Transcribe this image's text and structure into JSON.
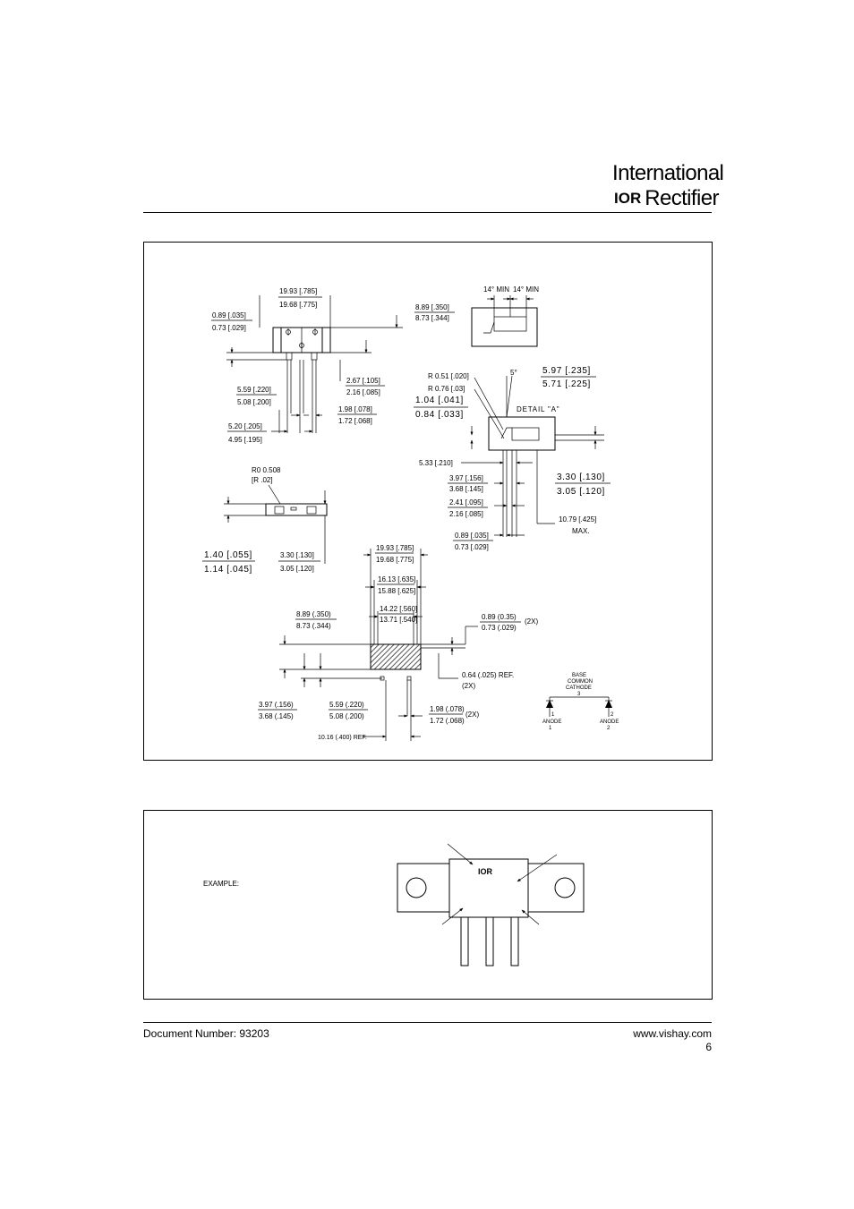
{
  "header": {
    "brand_line1": "International",
    "brand_mark": "IOR",
    "brand_line2": "Rectifier"
  },
  "drawing": {
    "top_view": {
      "w_max": "19.93 [.785]",
      "w_min": "19.68 [.775]",
      "h_max": "8.89 [.350]",
      "h_min": "8.73 [.344]",
      "lead_t_max": "0.89 [.035]",
      "lead_t_min": "0.73 [.029]",
      "lead_len_max": "5.59 [.220]",
      "lead_len_min": "5.08 [.200]",
      "body_off_max": "2.67 [.105]",
      "body_off_min": "2.16 [.085]",
      "pin_w_max": "1.98 [.078]",
      "pin_w_min": "1.72 [.068]",
      "pitch_max": "5.20 [.205]",
      "pitch_min": "4.95 [.195]"
    },
    "detail_top": {
      "angle_left": "14° MIN",
      "angle_right": "14° MIN"
    },
    "side_right": {
      "r1": "R 0.51 [.020]",
      "r2": "R 0.76 [.03]",
      "angle": "5°",
      "t_max": "5.97 [.235]",
      "t_min": "5.71 [.225]",
      "g_max": "1.04 [.041]",
      "g_min": "0.84 [.033]",
      "detail": "DETAIL \"A\"",
      "e": "5.33 [.210]",
      "h2_max": "3.97 [.156]",
      "h2_min": "3.68 [.145]",
      "k_max": "2.41 [.095]",
      "k_min": "2.16 [.085]",
      "m_max": "3.30 [.130]",
      "m_min": "3.05 [.120]",
      "lead_len": "10.79 [.425]",
      "lead_len_note": "MAX.",
      "t2_max": "0.89 [.035]",
      "t2_min": "0.73 [.029]"
    },
    "side_small": {
      "radius": "R0 0.508",
      "radius_in": "[R .02]",
      "a_max": "1.40 [.055]",
      "a_min": "1.14 [.045]",
      "b_max": "3.30 [.130]",
      "b_min": "3.05 [.120]"
    },
    "bottom_view": {
      "w_max": "19.93 [.785]",
      "w_min": "19.68 [.775]",
      "w2_max": "16.13 [.635]",
      "w2_min": "15.88 [.625]",
      "w3_max": "14.22 [.560]",
      "w3_min": "13.71 [.540]",
      "h_max": "8.89 (.350)",
      "h_min": "8.73 (.344)",
      "t_max": "0.89 (0.35)",
      "t_min": "0.73 (.029)",
      "t_note": "(2X)",
      "ref1": "0.64 (.025) REF.",
      "ref1_note": "(2X)",
      "lead_max": "3.97 (.156)",
      "lead_min": "3.68 (.145)",
      "len_max": "5.59 (.220)",
      "len_min": "5.08 (.200)",
      "pin_max": "1.98 (.078)",
      "pin_min": "1.72 (.068)",
      "pin_note": "(2X)",
      "ref2": "10.16 (.400) REF."
    },
    "schematic": {
      "l1": "BASE",
      "l2": "COMMON",
      "l3": "CATHODE",
      "pin3": "3",
      "anode1": "ANODE",
      "anode1_num": "1",
      "anode2": "ANODE",
      "anode2_num": "2",
      "pin1": "1",
      "pin2": "2"
    }
  },
  "marking": {
    "example_label": "EXAMPLE:",
    "logo": "IOR"
  },
  "footer": {
    "document_number": "Document Number: 93203",
    "website": "www.vishay.com",
    "page": "6"
  }
}
